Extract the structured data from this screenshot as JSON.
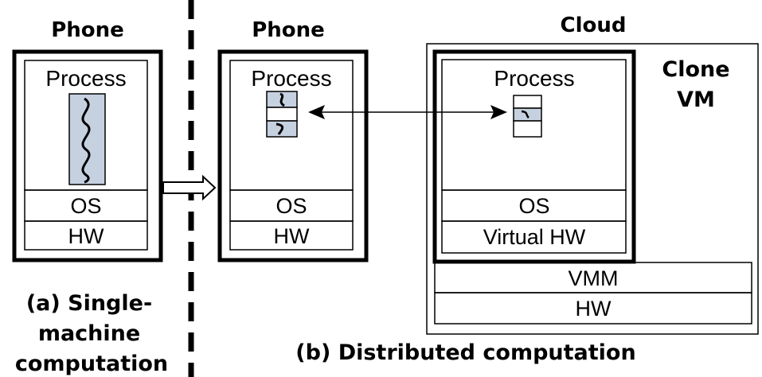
{
  "panel_a": {
    "phone_title": "Phone",
    "process_label": "Process",
    "os_label": "OS",
    "hw_label": "HW",
    "caption": [
      "(a) Single-",
      "machine",
      "computation"
    ]
  },
  "panel_b": {
    "phone_title": "Phone",
    "cloud_title": "Cloud",
    "clone_vm_label": [
      "Clone",
      "VM"
    ],
    "phone_process_label": "Process",
    "phone_os_label": "OS",
    "phone_hw_label": "HW",
    "clone_process_label": "Process",
    "clone_os_label": "OS",
    "clone_hw_label": "Virtual HW",
    "vmm_label": "VMM",
    "cloud_hw_label": "HW",
    "caption": "(b) Distributed computation"
  },
  "colors": {
    "thread_fill": "#c6d1e0",
    "line": "#000000",
    "background": "#ffffff"
  }
}
